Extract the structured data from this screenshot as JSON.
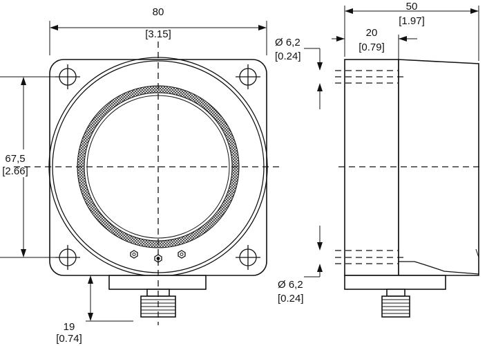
{
  "dimensions": {
    "width_top": {
      "metric": "80",
      "imperial": "[3.15]"
    },
    "height_left": {
      "metric": "67,5",
      "imperial": "[2.66]"
    },
    "connector_bottom": {
      "metric": "19",
      "imperial": "[0.74]"
    },
    "depth_total": {
      "metric": "50",
      "imperial": "[1.97]"
    },
    "depth_front": {
      "metric": "20",
      "imperial": "[0.79]"
    },
    "hole_top": {
      "metric": "Ø 6,2",
      "imperial": "[0.24]"
    },
    "hole_bottom": {
      "metric": "Ø 6,2",
      "imperial": "[0.24]"
    }
  }
}
